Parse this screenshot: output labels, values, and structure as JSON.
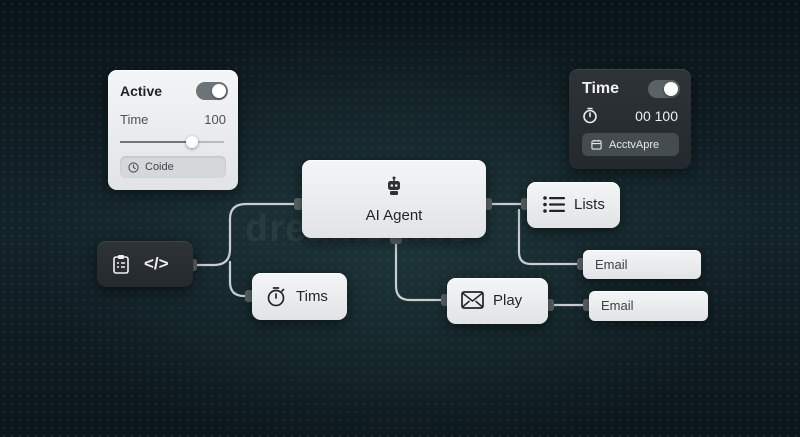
{
  "active_panel": {
    "title": "Active",
    "time_label": "Time",
    "time_value": "100",
    "slider_level": 0.72,
    "code_button": "Coide"
  },
  "time_panel": {
    "title": "Time",
    "value": "00 100",
    "button": "AcctvApre"
  },
  "nodes": {
    "ai_agent": "AI Agent",
    "code": "</>",
    "tims": "Tims",
    "lists": "Lists",
    "play": "Play",
    "email_1": "Email",
    "email_2": "Email"
  },
  "watermark": "dreamstime",
  "colors": {
    "toggle_track_light": "#6c7478",
    "toggle_track_dark": "#5a6266",
    "wire": "#c9cdd0",
    "connector": "#5d666b"
  },
  "icons": {
    "ai_agent": "robot-icon",
    "code": "clipboard-icon",
    "tims": "stopwatch-icon",
    "lists": "list-icon",
    "play": "envelope-icon",
    "time_panel": "stopwatch-icon",
    "time_button": "calendar-icon",
    "code_button": "clock-icon"
  }
}
